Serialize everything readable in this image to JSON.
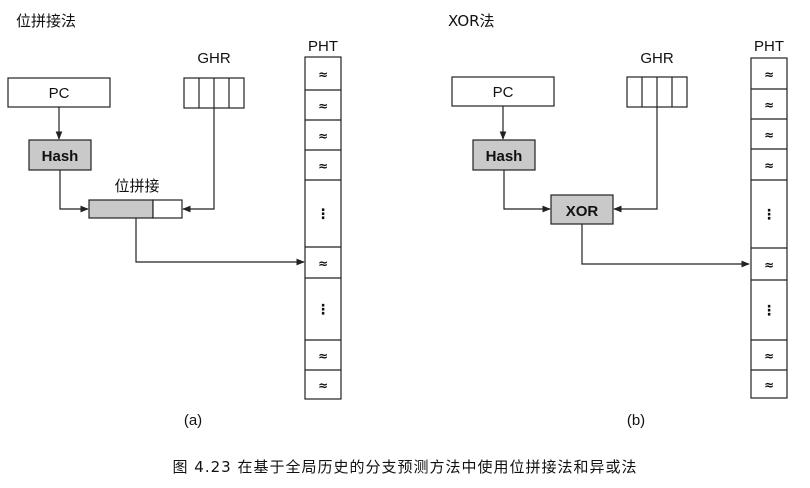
{
  "left": {
    "title": "位拼接法",
    "pc": "PC",
    "ghr": "GHR",
    "hash": "Hash",
    "concat": "位拼接",
    "pht": "PHT",
    "sub": "(a)"
  },
  "right": {
    "title": "XOR法",
    "pc": "PC",
    "ghr": "GHR",
    "hash": "Hash",
    "xor": "XOR",
    "pht": "PHT",
    "sub": "(b)"
  },
  "pht_cell_symbol": "≈",
  "pht_gap_symbol": "⋮",
  "caption": "图 4.23   在基于全局历史的分支预测方法中使用位拼接法和异或法"
}
